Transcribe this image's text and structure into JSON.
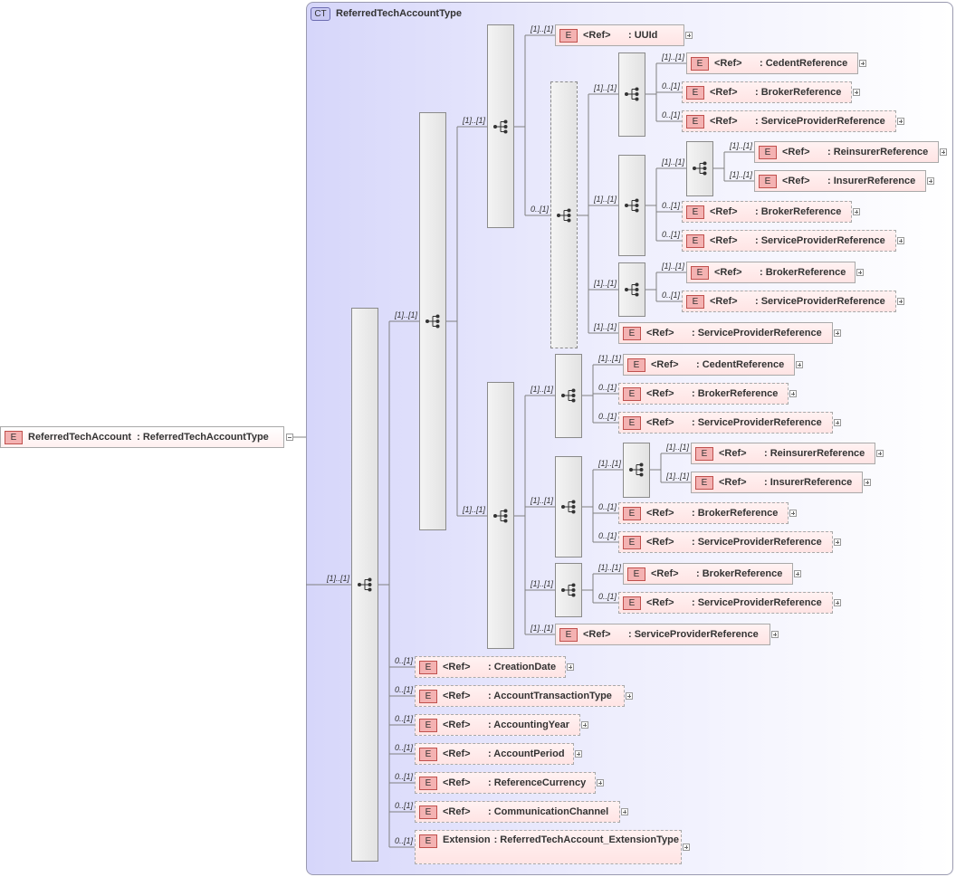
{
  "complex_type": {
    "badge": "CT",
    "name": "ReferredTechAccountType"
  },
  "root": {
    "badge": "E",
    "name": "ReferredTechAccount",
    "type": ": ReferredTechAccountType"
  },
  "ref_label": "<Ref>",
  "cardinalities": {
    "required": "[1]..[1]",
    "optional": "0..[1]"
  },
  "elements": [
    {
      "id": "uuid",
      "type": ": UUId",
      "card": "[1]..[1]",
      "optional": false
    },
    {
      "id": "cedent-1",
      "type": ": CedentReference",
      "card": "[1]..[1]",
      "optional": false
    },
    {
      "id": "broker-1",
      "type": ": BrokerReference",
      "card": "0..[1]",
      "optional": true
    },
    {
      "id": "service-provider-1",
      "type": ": ServiceProviderReference",
      "card": "0..[1]",
      "optional": true
    },
    {
      "id": "reinsurer-1",
      "type": ": ReinsurerReference",
      "card": "[1]..[1]",
      "optional": false
    },
    {
      "id": "insurer-1",
      "type": ": InsurerReference",
      "card": "[1]..[1]",
      "optional": false
    },
    {
      "id": "broker-2",
      "type": ": BrokerReference",
      "card": "0..[1]",
      "optional": true
    },
    {
      "id": "service-provider-2",
      "type": ": ServiceProviderReference",
      "card": "0..[1]",
      "optional": true
    },
    {
      "id": "broker-3",
      "type": ": BrokerReference",
      "card": "[1]..[1]",
      "optional": false
    },
    {
      "id": "service-provider-3",
      "type": ": ServiceProviderReference",
      "card": "0..[1]",
      "optional": true
    },
    {
      "id": "service-provider-4",
      "type": ": ServiceProviderReference",
      "card": "[1]..[1]",
      "optional": false
    },
    {
      "id": "cedent-2",
      "type": ": CedentReference",
      "card": "[1]..[1]",
      "optional": false
    },
    {
      "id": "broker-4",
      "type": ": BrokerReference",
      "card": "0..[1]",
      "optional": true
    },
    {
      "id": "service-provider-5",
      "type": ": ServiceProviderReference",
      "card": "0..[1]",
      "optional": true
    },
    {
      "id": "reinsurer-2",
      "type": ": ReinsurerReference",
      "card": "[1]..[1]",
      "optional": false
    },
    {
      "id": "insurer-2",
      "type": ": InsurerReference",
      "card": "[1]..[1]",
      "optional": false
    },
    {
      "id": "broker-5",
      "type": ": BrokerReference",
      "card": "0..[1]",
      "optional": true
    },
    {
      "id": "service-provider-6",
      "type": ": ServiceProviderReference",
      "card": "0..[1]",
      "optional": true
    },
    {
      "id": "broker-6",
      "type": ": BrokerReference",
      "card": "[1]..[1]",
      "optional": false
    },
    {
      "id": "service-provider-7",
      "type": ": ServiceProviderReference",
      "card": "0..[1]",
      "optional": true
    },
    {
      "id": "service-provider-8",
      "type": ": ServiceProviderReference",
      "card": "[1]..[1]",
      "optional": false
    },
    {
      "id": "creation-date",
      "type": ": CreationDate",
      "card": "0..[1]",
      "optional": true
    },
    {
      "id": "account-transaction-type",
      "type": ": AccountTransactionType",
      "card": "0..[1]",
      "optional": true
    },
    {
      "id": "accounting-year",
      "type": ": AccountingYear",
      "card": "0..[1]",
      "optional": true
    },
    {
      "id": "account-period",
      "type": ": AccountPeriod",
      "card": "0..[1]",
      "optional": true
    },
    {
      "id": "reference-currency",
      "type": ": ReferenceCurrency",
      "card": "0..[1]",
      "optional": true
    },
    {
      "id": "communication-channel",
      "type": ": CommunicationChannel",
      "card": "0..[1]",
      "optional": true
    },
    {
      "id": "extension",
      "ref": "Extension",
      "type": ": ReferredTechAccount_ExtensionType",
      "card": "0..[1]",
      "optional": true
    }
  ],
  "compositors": [
    {
      "id": "seq-main",
      "kind": "sequence",
      "card": "[1]..[1]"
    },
    {
      "id": "seq-a",
      "kind": "sequence",
      "card": "[1]..[1]"
    },
    {
      "id": "seq-a1",
      "kind": "sequence",
      "card": "[1]..[1]"
    },
    {
      "id": "seq-a1-choice",
      "kind": "sequence",
      "card": "0..[1]",
      "optional": true
    },
    {
      "id": "seq-a1-c1",
      "kind": "sequence",
      "card": "[1]..[1]"
    },
    {
      "id": "seq-a1-c2",
      "kind": "sequence",
      "card": "[1]..[1]"
    },
    {
      "id": "seq-a1-c2-inner",
      "kind": "sequence",
      "card": "[1]..[1]"
    },
    {
      "id": "seq-a1-c3",
      "kind": "sequence",
      "card": "[1]..[1]"
    },
    {
      "id": "seq-a2",
      "kind": "sequence",
      "card": "[1]..[1]"
    },
    {
      "id": "seq-a2-c1",
      "kind": "sequence",
      "card": "[1]..[1]"
    },
    {
      "id": "seq-a2-c2",
      "kind": "sequence",
      "card": "[1]..[1]"
    },
    {
      "id": "seq-a2-c2-inner",
      "kind": "sequence",
      "card": "[1]..[1]"
    },
    {
      "id": "seq-a2-c3",
      "kind": "sequence",
      "card": "[1]..[1]"
    }
  ],
  "colors": {
    "element_fill": "#ffe4e4",
    "element_badge": "#f4b2b2",
    "ct_fill": "#d6d6fa",
    "line": "#808080"
  }
}
